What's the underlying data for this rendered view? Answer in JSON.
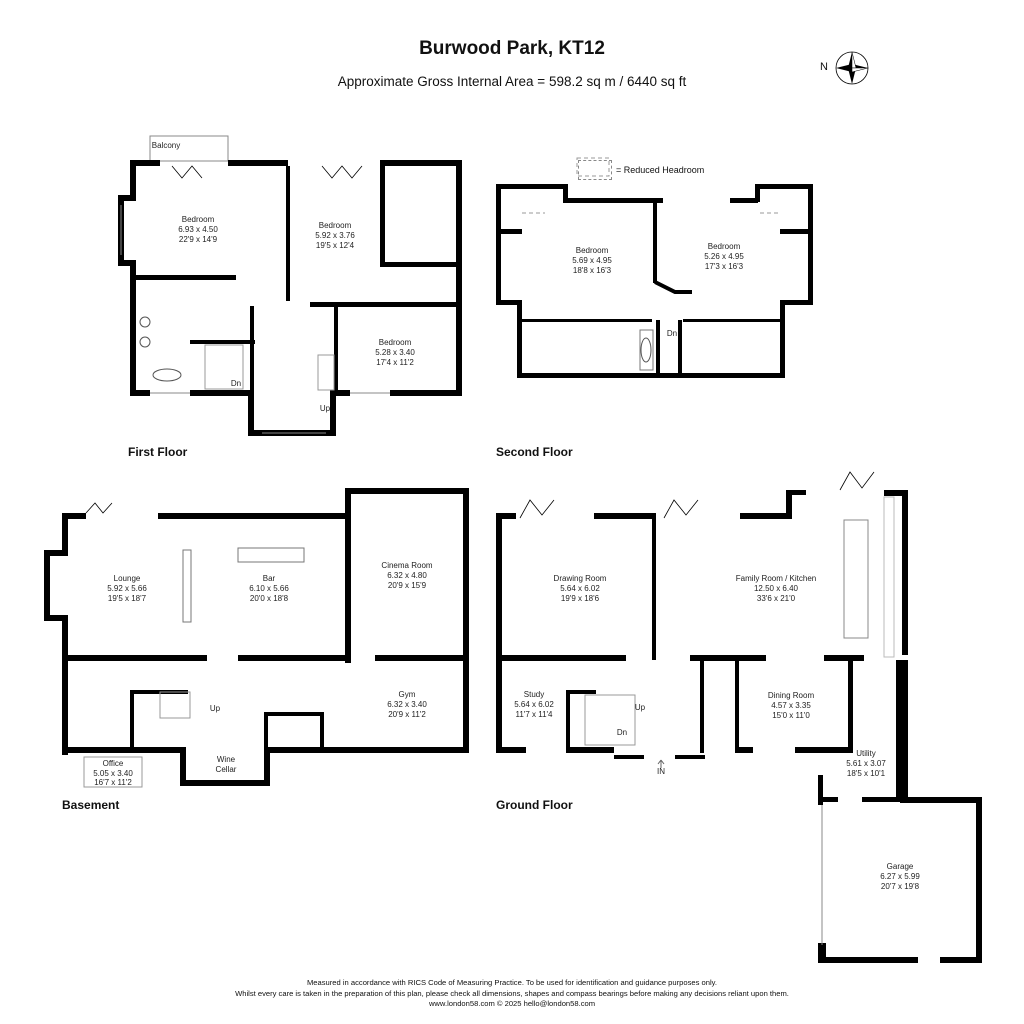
{
  "header": {
    "title": "Burwood Park, KT12",
    "subtitle": "Approximate Gross Internal Area = 598.2 sq m / 6440 sq ft",
    "compass_label": "N"
  },
  "legend": {
    "reduced_headroom": "= Reduced Headroom"
  },
  "floors": {
    "first": {
      "label": "First Floor",
      "rooms": [
        {
          "name": "Bedroom",
          "metric": "6.93 x 4.50",
          "imperial": "22'9 x 14'9"
        },
        {
          "name": "Bedroom",
          "metric": "5.92 x 3.76",
          "imperial": "19'5 x 12'4"
        },
        {
          "name": "Bedroom",
          "metric": "5.28 x 3.40",
          "imperial": "17'4 x 11'2"
        }
      ],
      "balcony": "Balcony",
      "stairs_down": "Dn",
      "stairs_up": "Up"
    },
    "second": {
      "label": "Second Floor",
      "rooms": [
        {
          "name": "Bedroom",
          "metric": "5.69 x 4.95",
          "imperial": "18'8 x 16'3"
        },
        {
          "name": "Bedroom",
          "metric": "5.26 x 4.95",
          "imperial": "17'3 x 16'3"
        }
      ],
      "stairs_down": "Dn"
    },
    "basement": {
      "label": "Basement",
      "rooms": [
        {
          "name": "Lounge",
          "metric": "5.92 x 5.66",
          "imperial": "19'5 x 18'7"
        },
        {
          "name": "Bar",
          "metric": "6.10 x 5.66",
          "imperial": "20'0 x 18'8"
        },
        {
          "name": "Cinema Room",
          "metric": "6.32 x 4.80",
          "imperial": "20'9 x 15'9"
        },
        {
          "name": "Gym",
          "metric": "6.32 x 3.40",
          "imperial": "20'9 x 11'2"
        },
        {
          "name": "Office",
          "metric": "5.05 x 3.40",
          "imperial": "16'7 x 11'2"
        }
      ],
      "wine_cellar_1": "Wine",
      "wine_cellar_2": "Cellar",
      "stairs_up": "Up"
    },
    "ground": {
      "label": "Ground Floor",
      "rooms": [
        {
          "name": "Drawing Room",
          "metric": "5.64 x 6.02",
          "imperial": "19'9 x 18'6"
        },
        {
          "name": "Family Room / Kitchen",
          "metric": "12.50 x 6.40",
          "imperial": "33'6 x 21'0"
        },
        {
          "name": "Study",
          "metric": "5.64 x 6.02",
          "imperial": "11'7 x 11'4"
        },
        {
          "name": "Dining Room",
          "metric": "4.57 x 3.35",
          "imperial": "15'0 x 11'0"
        },
        {
          "name": "Utility",
          "metric": "5.61 x 3.07",
          "imperial": "18'5 x 10'1"
        },
        {
          "name": "Garage",
          "metric": "6.27 x 5.99",
          "imperial": "20'7 x 19'8"
        }
      ],
      "stairs_up": "Up",
      "stairs_down": "Dn",
      "entrance": "IN"
    }
  },
  "footer": {
    "line1": "Measured in accordance with RICS Code of Measuring Practice. To be used for identification and guidance purposes only.",
    "line2": "Whilst every care is taken in the preparation of this plan, please check all dimensions, shapes and compass bearings before making any decisions reliant upon them.",
    "line3": "www.london58.com © 2025 hello@london58.com"
  }
}
